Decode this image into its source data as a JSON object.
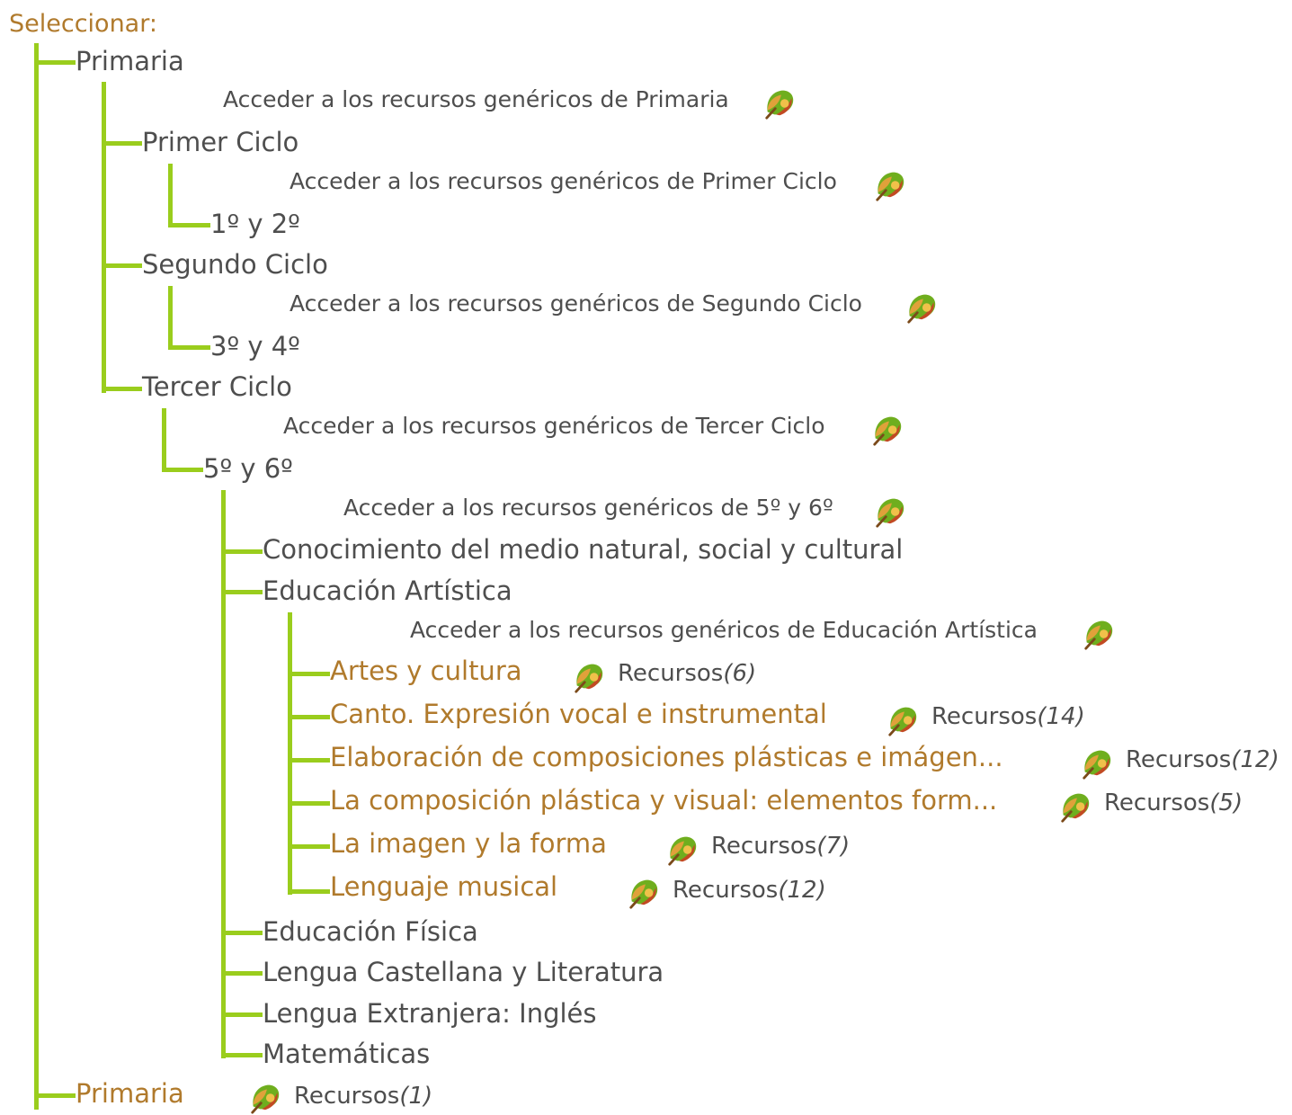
{
  "header": {
    "title": "Seleccionar:"
  },
  "tree": {
    "primaria": "Primaria",
    "gen_primaria": "Acceder a los recursos genéricos de Primaria",
    "primer_ciclo": "Primer Ciclo",
    "gen_primer": "Acceder a los recursos genéricos de Primer Ciclo",
    "curso_1_2": "1º y 2º",
    "segundo_ciclo": "Segundo Ciclo",
    "gen_segundo": "Acceder a los recursos genéricos de Segundo Ciclo",
    "curso_3_4": "3º y 4º",
    "tercer_ciclo": "Tercer Ciclo",
    "gen_tercer": "Acceder a los recursos genéricos de Tercer Ciclo",
    "curso_5_6": "5º y 6º",
    "gen_5_6": "Acceder a los recursos genéricos de 5º y 6º",
    "subjects": {
      "conocimiento": "Conocimiento del medio natural, social y cultural",
      "artistica": "Educación Artística",
      "gen_artistica": "Acceder a los recursos genéricos de Educación Artística",
      "fisica": "Educación Física",
      "lengua": "Lengua Castellana y Literatura",
      "ingles": "Lengua Extranjera: Inglés",
      "matematicas": "Matemáticas"
    },
    "recursos_label": "Recursos",
    "topics": [
      {
        "label": "Artes y cultura",
        "count": "(6)"
      },
      {
        "label": "Canto. Expresión vocal e instrumental",
        "count": "(14)"
      },
      {
        "label": "Elaboración de composiciones plásticas e imágen...",
        "count": "(12)"
      },
      {
        "label": "La composición plástica y visual: elementos form...",
        "count": "(5)"
      },
      {
        "label": "La imagen y la forma",
        "count": "(7)"
      },
      {
        "label": "Lenguaje musical",
        "count": "(12)"
      }
    ],
    "bottom": {
      "label": "Primaria",
      "count": "(1)"
    }
  },
  "icons": {
    "resource": "leaf-icon"
  },
  "colors": {
    "tree_line": "#9acd1d",
    "link": "#b07a2c",
    "text": "#4e4e4e"
  }
}
